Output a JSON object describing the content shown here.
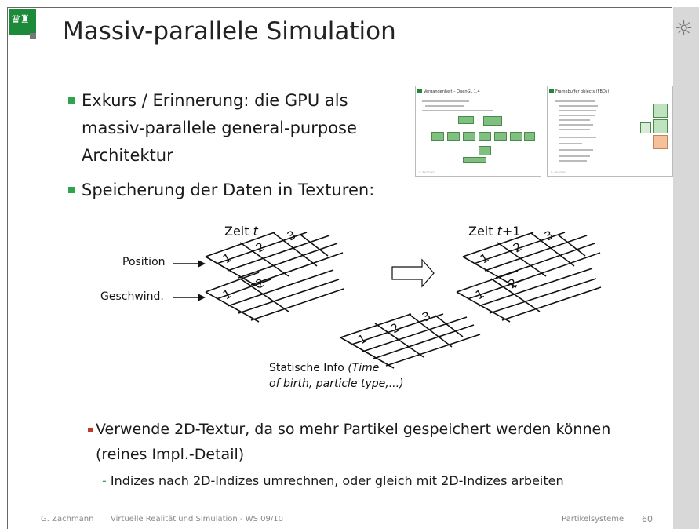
{
  "slide": {
    "title": "Massiv-parallele Simulation",
    "bullets": [
      {
        "line1": "Exkurs / Erinnerung: die GPU als",
        "line2": "massiv-parallele general-purpose",
        "line3": "Architektur"
      },
      {
        "line1": "Speicherung der Daten in Texturen:"
      }
    ],
    "diagram": {
      "left_time_prefix": "Zeit ",
      "left_time_var": "t",
      "right_time_prefix": "Zeit ",
      "right_time_var": "t",
      "right_time_suffix": "+1",
      "position_label": "Position",
      "velocity_label": "Geschwind.",
      "static_label": "Statische Info ",
      "static_italic_1": "(Time",
      "static_italic_2": "of birth, particle type,...)",
      "cell_numbers": [
        "1",
        "2",
        "3"
      ]
    },
    "sub_bullet": {
      "line1": "Verwende 2D-Textur, da so mehr Partikel gespeichert werden können",
      "line2": "(reines Impl.-Detail)"
    },
    "sub_sub_bullet": {
      "dash": "- ",
      "text": "Indizes nach 2D-Indizes umrechnen, oder gleich mit 2D-Indizes arbeiten"
    },
    "thumbnails": [
      {
        "title": "Vergangenheit – OpenGL 1.4"
      },
      {
        "title": "Framebuffer objects (FBOs)"
      }
    ]
  },
  "footer": {
    "author": "G. Zachmann",
    "course": "Virtuelle Realität und Simulation  - WS 09/10",
    "topic": "Partikelsysteme",
    "page": "60"
  },
  "colors": {
    "accent_green": "#2ea44f",
    "logo_green": "#1d8a3a",
    "sidebar_gray": "#d8d8d8"
  },
  "icons": [
    "university-logo-icon",
    "portrait-deco-icon",
    "arrow-right-icon"
  ]
}
